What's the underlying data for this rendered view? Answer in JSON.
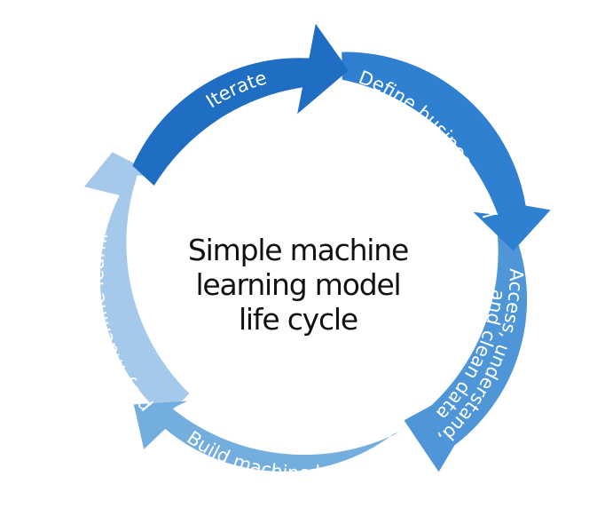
{
  "title": {
    "lines": [
      "Simple machine",
      "learning model",
      "life cycle"
    ]
  },
  "stages": [
    {
      "label": "Iterate",
      "color": "#1f6ec3"
    },
    {
      "label": "Define business goal",
      "color": "#2f80d1"
    },
    {
      "label": "Access, understand, and clean data",
      "color": "#4e96d8"
    },
    {
      "label": "Build machine learning",
      "color": "#74aedf"
    },
    {
      "label": "Deploy machine learning",
      "color": "#a5c9ea"
    }
  ]
}
